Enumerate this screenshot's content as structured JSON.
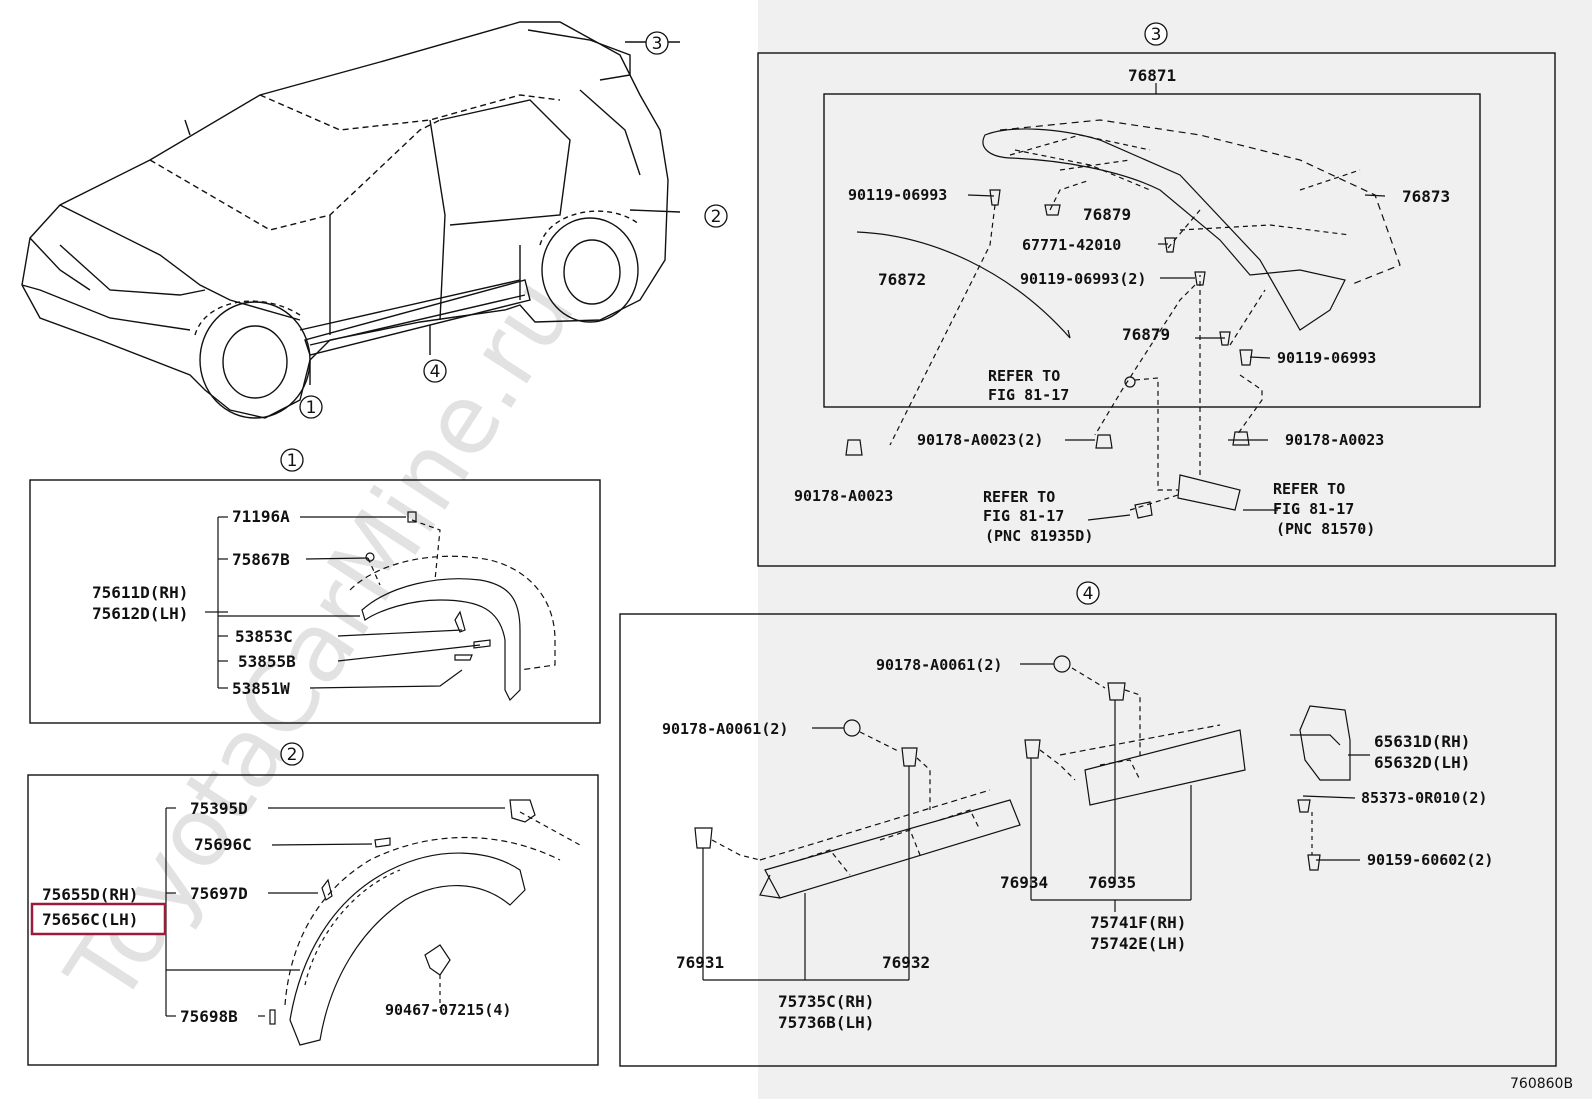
{
  "diagram_code": "760860B",
  "watermark": "ToyotaCarMine.ru",
  "callouts": [
    "1",
    "2",
    "3",
    "4"
  ],
  "section1": {
    "parts": [
      "71196A",
      "75867B",
      "75611D(RH)",
      "75612D(LH)",
      "53853C",
      "53855B",
      "53851W"
    ]
  },
  "section2": {
    "parts": [
      "75395D",
      "75696C",
      "75655D(RH)",
      "75656C(LH)",
      "75697D",
      "75698B",
      "90467-07215(4)"
    ],
    "highlighted": "75656C(LH)",
    "highlight_color": "#9b1b3a"
  },
  "section3": {
    "parts": {
      "p76871": "76871",
      "p90119a": "90119-06993",
      "p76879a": "76879",
      "p76873": "76873",
      "p67771": "67771-42010",
      "p90119b": "90119-06993(2)",
      "p76872": "76872",
      "p76879b": "76879",
      "p90119c": "90119-06993",
      "refer1a": "REFER TO",
      "refer1b": "FIG 81-17",
      "p90178b": "90178-A0023(2)",
      "p90178c": "90178-A0023",
      "p90178a": "90178-A0023",
      "refer2a": "REFER TO",
      "refer2b": "FIG 81-17",
      "refer2c": "(PNC 81935D)",
      "refer3a": "REFER TO",
      "refer3b": "FIG 81-17",
      "refer3c": "(PNC 81570)"
    }
  },
  "section4": {
    "parts": {
      "p90178a": "90178-A0061(2)",
      "p90178b": "90178-A0061(2)",
      "p65631": "65631D(RH)",
      "p65632": "65632D(LH)",
      "p85373": "85373-0R010(2)",
      "p90159": "90159-60602(2)",
      "p76934": "76934",
      "p76935": "76935",
      "p75741": "75741F(RH)",
      "p75742": "75742E(LH)",
      "p76931": "76931",
      "p76932": "76932",
      "p75735": "75735C(RH)",
      "p75736": "75736B(LH)"
    }
  }
}
